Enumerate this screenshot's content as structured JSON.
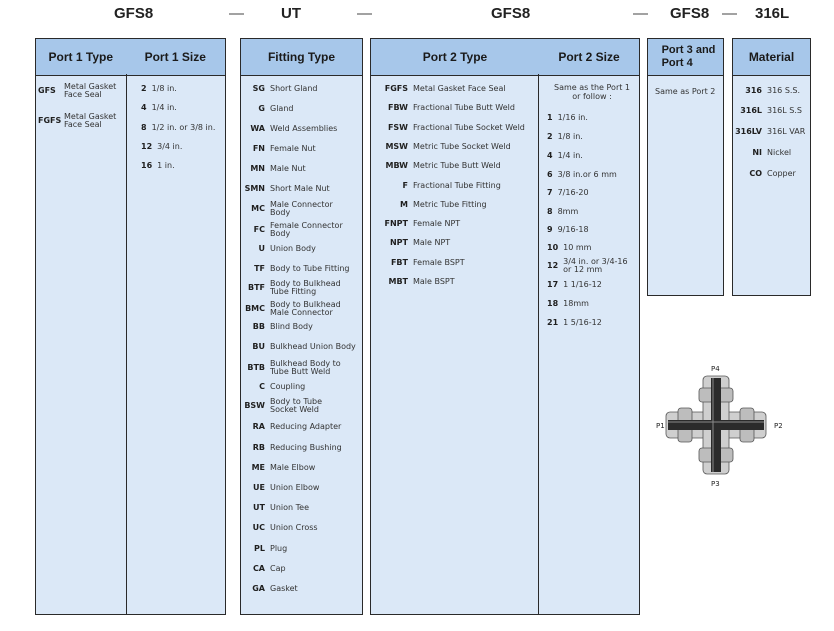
{
  "headers": {
    "gfs8_first": "GFS8",
    "ut": "UT",
    "gfs8_second": "GFS8",
    "gfs8_third": "GFS8",
    "material": "316L",
    "dash": "—"
  },
  "port1_type": {
    "title": "Port 1 Type",
    "items": [
      {
        "code": "GFS",
        "desc_lines": [
          "Metal Gasket",
          "Face Seal"
        ]
      },
      {
        "code": "FGFS",
        "desc_lines": [
          "Metal Gasket",
          "Face Seal"
        ]
      }
    ]
  },
  "port1_size": {
    "title": "Port 1 Size",
    "items": [
      {
        "code": "2",
        "desc": "1/8 in."
      },
      {
        "code": "4",
        "desc": "1/4 in."
      },
      {
        "code": "8",
        "desc": "1/2 in. or 3/8 in."
      },
      {
        "code": "12",
        "desc": "3/4 in."
      },
      {
        "code": "16",
        "desc": "1 in."
      }
    ]
  },
  "fitting_type": {
    "title": "Fitting Type",
    "items": [
      {
        "code": "SG",
        "desc_lines": [
          "Short Gland"
        ]
      },
      {
        "code": "G",
        "desc_lines": [
          "Gland"
        ]
      },
      {
        "code": "WA",
        "desc_lines": [
          "Weld Assemblies"
        ]
      },
      {
        "code": "FN",
        "desc_lines": [
          "Female Nut"
        ]
      },
      {
        "code": "MN",
        "desc_lines": [
          "Male Nut"
        ]
      },
      {
        "code": "SMN",
        "desc_lines": [
          "Short Male Nut"
        ]
      },
      {
        "code": "MC",
        "desc_lines": [
          "Male Connector",
          "Body"
        ]
      },
      {
        "code": "FC",
        "desc_lines": [
          "Female Connector",
          "Body"
        ]
      },
      {
        "code": "U",
        "desc_lines": [
          "Union Body"
        ]
      },
      {
        "code": "TF",
        "desc_lines": [
          "Body to Tube Fitting"
        ]
      },
      {
        "code": "BTF",
        "desc_lines": [
          "Body to Bulkhead",
          "Tube Fitting"
        ]
      },
      {
        "code": "BMC",
        "desc_lines": [
          "Body to Bulkhead",
          "Male Connector"
        ]
      },
      {
        "code": "BB",
        "desc_lines": [
          "Blind Body"
        ]
      },
      {
        "code": "BU",
        "desc_lines": [
          "Bulkhead Union Body"
        ]
      },
      {
        "code": "BTB",
        "desc_lines": [
          "Bulkhead Body to",
          "Tube Butt Weld"
        ]
      },
      {
        "code": "C",
        "desc_lines": [
          "Coupling"
        ]
      },
      {
        "code": "BSW",
        "desc_lines": [
          "Body to Tube",
          "Socket Weld"
        ]
      },
      {
        "code": "RA",
        "desc_lines": [
          "Reducing Adapter"
        ]
      },
      {
        "code": "RB",
        "desc_lines": [
          "Reducing Bushing"
        ]
      },
      {
        "code": "ME",
        "desc_lines": [
          "Male Elbow"
        ]
      },
      {
        "code": "UE",
        "desc_lines": [
          "Union Elbow"
        ]
      },
      {
        "code": "UT",
        "desc_lines": [
          "Union Tee"
        ]
      },
      {
        "code": "UC",
        "desc_lines": [
          "Union Cross"
        ]
      },
      {
        "code": "PL",
        "desc_lines": [
          "Plug"
        ]
      },
      {
        "code": "CA",
        "desc_lines": [
          "Cap"
        ]
      },
      {
        "code": "GA",
        "desc_lines": [
          "Gasket"
        ]
      }
    ]
  },
  "port2_type": {
    "title": "Port 2 Type",
    "items": [
      {
        "code": "FGFS",
        "desc": "Metal Gasket Face Seal"
      },
      {
        "code": "FBW",
        "desc": "Fractional Tube Butt Weld"
      },
      {
        "code": "FSW",
        "desc": "Fractional Tube Socket Weld"
      },
      {
        "code": "MSW",
        "desc": "Metric Tube Socket Weld"
      },
      {
        "code": "MBW",
        "desc": "Metric Tube Butt Weld"
      },
      {
        "code": "F",
        "desc": "Fractional Tube Fitting"
      },
      {
        "code": "M",
        "desc": "Metric Tube Fitting"
      },
      {
        "code": "FNPT",
        "desc": "Female NPT"
      },
      {
        "code": "NPT",
        "desc": "Male NPT"
      },
      {
        "code": "FBT",
        "desc": "Female BSPT"
      },
      {
        "code": "MBT",
        "desc": "Male BSPT"
      }
    ]
  },
  "port2_size": {
    "title": "Port 2 Size",
    "note_lines": [
      "Same as the Port 1",
      "or  follow :"
    ],
    "items": [
      {
        "code": "1",
        "desc_lines": [
          "1/16 in."
        ]
      },
      {
        "code": "2",
        "desc_lines": [
          "1/8 in."
        ]
      },
      {
        "code": "4",
        "desc_lines": [
          "1/4 in."
        ]
      },
      {
        "code": "6",
        "desc_lines": [
          "3/8 in.or 6 mm"
        ]
      },
      {
        "code": "7",
        "desc_lines": [
          "7/16-20"
        ]
      },
      {
        "code": "8",
        "desc_lines": [
          "8mm"
        ]
      },
      {
        "code": "9",
        "desc_lines": [
          "9/16-18"
        ]
      },
      {
        "code": "10",
        "desc_lines": [
          "10 mm"
        ]
      },
      {
        "code": "12",
        "desc_lines": [
          "3/4 in. or 3/4-16",
          "or 12 mm"
        ]
      },
      {
        "code": "17",
        "desc_lines": [
          "1 1/16-12"
        ]
      },
      {
        "code": "18",
        "desc_lines": [
          "18mm"
        ]
      },
      {
        "code": "21",
        "desc_lines": [
          "1 5/16-12"
        ]
      }
    ]
  },
  "port34": {
    "title_lines": [
      "Port 3 and",
      "Port 4"
    ],
    "note": "Same as  Port 2"
  },
  "material": {
    "title": "Material",
    "items": [
      {
        "code": "316",
        "desc": "316 S.S."
      },
      {
        "code": "316L",
        "desc": "316L S.S"
      },
      {
        "code": "316LV",
        "desc": "316L VAR"
      },
      {
        "code": "NI",
        "desc": "Nickel"
      },
      {
        "code": "CO",
        "desc": "Copper"
      }
    ]
  },
  "diagram": {
    "labels": {
      "p1": "P1",
      "p2": "P2",
      "p3": "P3",
      "p4": "P4"
    },
    "colors": {
      "body": "#cfcfcf",
      "tube": "#2b2b2b",
      "tube_highlight": "#8a8a8a"
    }
  },
  "colors": {
    "header_fill": "#a7c7ea",
    "column_fill": "#dbe8f7",
    "border": "#2a2a2a"
  }
}
